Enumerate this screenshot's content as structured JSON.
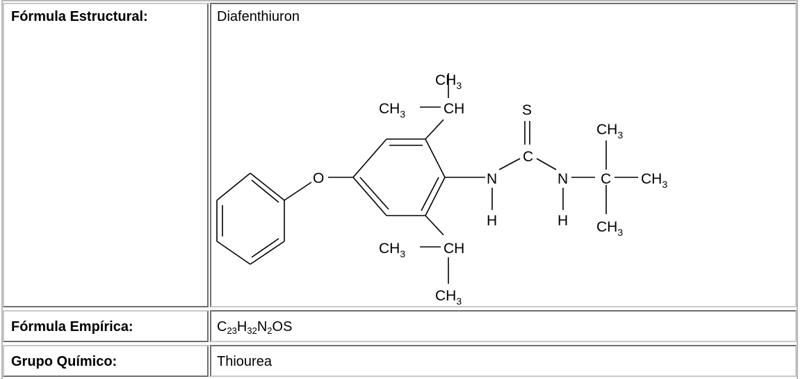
{
  "rows": [
    {
      "label": "Fórmula Estructural:",
      "value": "Diafenthiuron"
    },
    {
      "label": "Fórmula Empírica:",
      "formula": [
        {
          "t": "C"
        },
        {
          "s": "23"
        },
        {
          "t": "H"
        },
        {
          "s": "32"
        },
        {
          "t": "N"
        },
        {
          "s": "2"
        },
        {
          "t": "OS"
        }
      ]
    },
    {
      "label": "Grupo Químico:",
      "value": "Thiourea"
    }
  ],
  "structure": {
    "ch3": "CH",
    "three": "3",
    "ch": "CH",
    "s": "S",
    "c": "C",
    "n": "N",
    "h": "H",
    "o": "O"
  },
  "colors": {
    "border_light": "#c8c8c8",
    "border_dark": "#6e6e6e"
  }
}
